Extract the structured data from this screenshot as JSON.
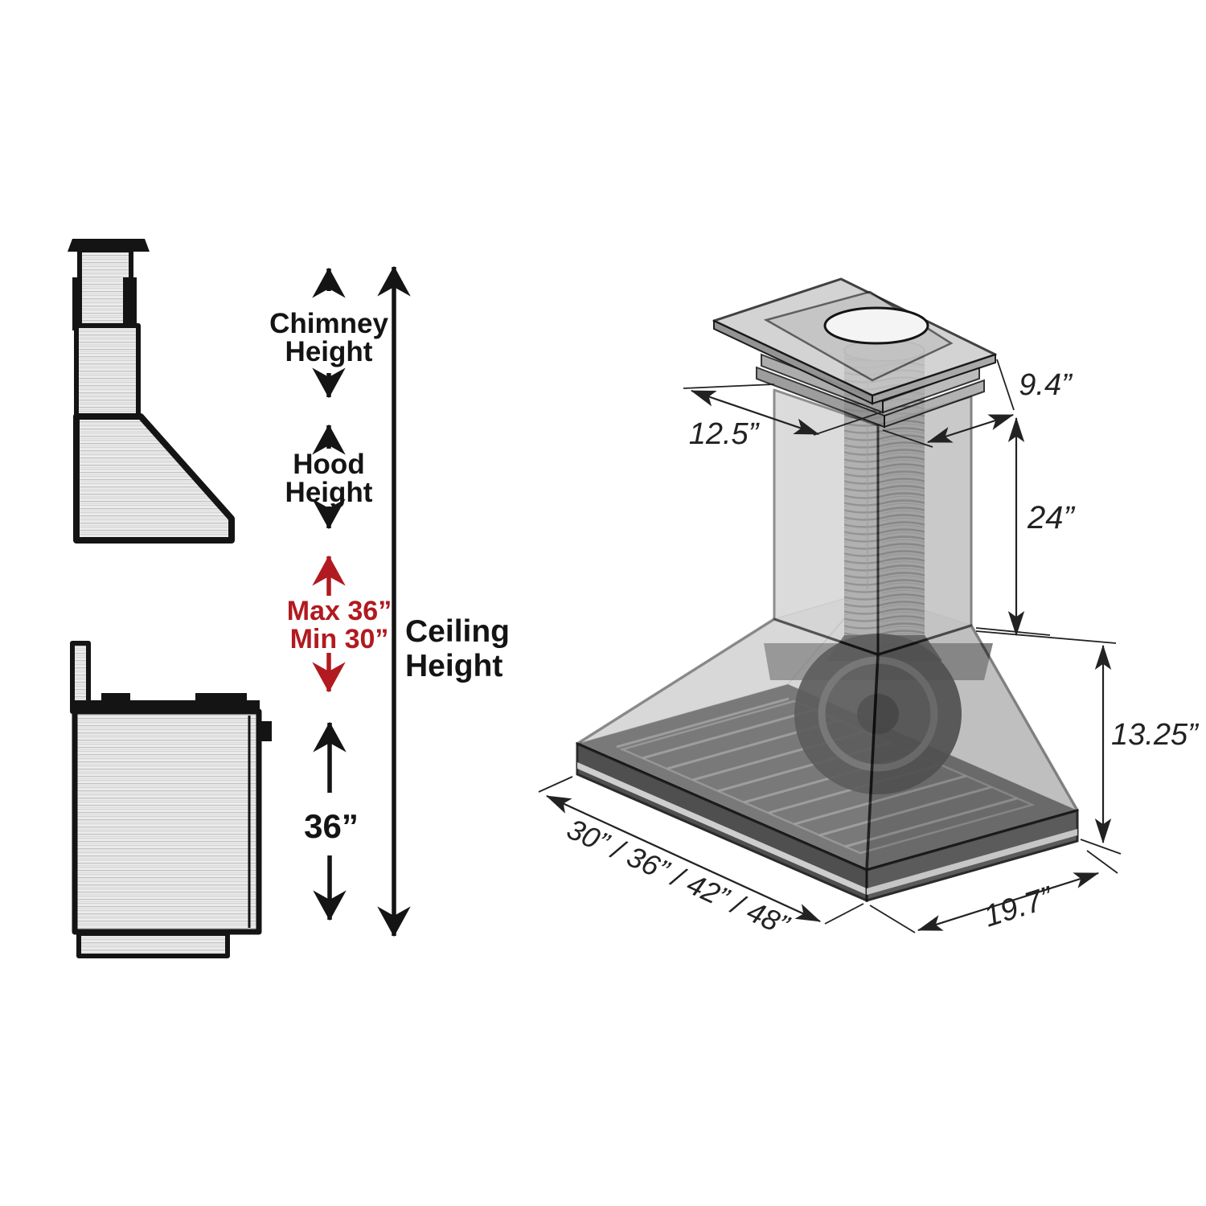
{
  "left_diagram": {
    "chimney_height_label": [
      "Chimney",
      "Height"
    ],
    "hood_height_label": [
      "Hood",
      "Height"
    ],
    "mount_clearance": {
      "max": "Max 36”",
      "min": "Min 30”"
    },
    "ceiling_height_label": [
      "Ceiling",
      "Height"
    ],
    "range_to_hood_label": "36”"
  },
  "right_diagram": {
    "chimney_width_label": "12.5”",
    "chimney_depth_label": "9.4”",
    "chimney_height_label": "24”",
    "hood_body_height_label": "13.25”",
    "hood_width_options_label": "30” / 36” / 42” / 48”",
    "hood_depth_label": "19.7”"
  },
  "colors": {
    "critical_dimension_red": "#b11a20",
    "line_black": "#141414",
    "dimension_text": "#222222"
  }
}
